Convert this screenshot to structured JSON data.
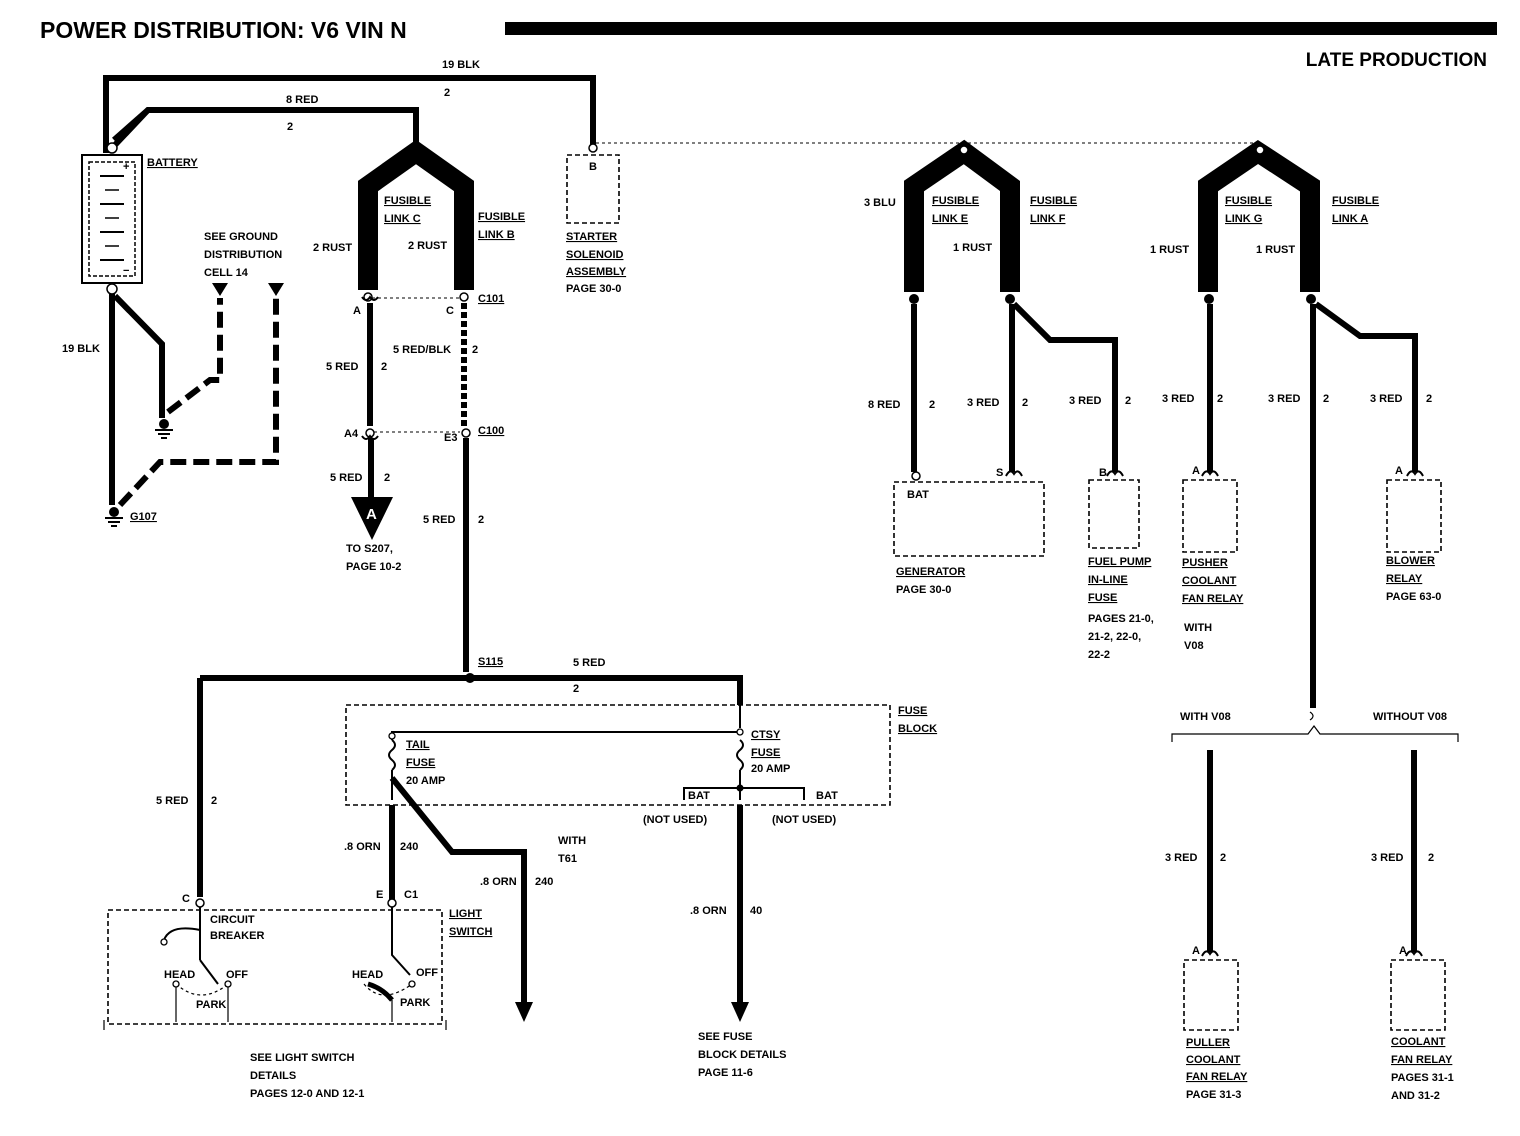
{
  "title": "POWER DISTRIBUTION: V6 VIN N",
  "subtitle": "LATE PRODUCTION",
  "labels": {
    "wire_19blk_top": "19 BLK",
    "ckt_2_top": "2",
    "wire_8red_top": "8 RED",
    "ckt_2_top2": "2",
    "battery": "BATTERY",
    "batt_plus": "+",
    "batt_minus": "−",
    "see_ground_1": "SEE GROUND",
    "see_ground_2": "DISTRIBUTION",
    "see_ground_3": "CELL 14",
    "wire_19blk_left": "19 BLK",
    "g107": "G107",
    "fl_c_1": "FUSIBLE",
    "fl_c_2": "LINK C",
    "fl_b_1": "FUSIBLE",
    "fl_b_2": "LINK B",
    "rust_c": "2 RUST",
    "rust_b": "2 RUST",
    "conn_a": "A",
    "conn_c": "C",
    "c101": "C101",
    "w5red_l": "5 RED",
    "ck2_l": "2",
    "w5redblk": "5 RED/BLK",
    "ck2_rb": "2",
    "a4": "A4",
    "e3": "E3",
    "c100": "C100",
    "w5red_l2": "5 RED",
    "ck2_l2": "2",
    "w5red_r": "5 RED",
    "ck2_r": "2",
    "arrow_a": "A",
    "to_s207_1": "TO S207,",
    "to_s207_2": "PAGE 10-2",
    "starter_b": "B",
    "starter_1": "STARTER",
    "starter_2": "SOLENOID",
    "starter_3": "ASSEMBLY",
    "starter_4": "PAGE 30-0",
    "s115": "S115",
    "w5red_s115": "5 RED",
    "ck2_s115": "2",
    "w5red_cb": "5 RED",
    "ck2_cb": "2",
    "fuse_block_1": "FUSE",
    "fuse_block_2": "BLOCK",
    "tail_1": "TAIL",
    "tail_2": "FUSE",
    "tail_3": "20 AMP",
    "ctsy_1": "CTSY",
    "ctsy_2": "FUSE",
    "ctsy_3": "20 AMP",
    "bat1": "BAT",
    "bat2": "BAT",
    "not_used_1": "(NOT USED)",
    "not_used_2": "(NOT USED)",
    "w8orn_240a": ".8 ORN",
    "ck240a": "240",
    "with_t61_1": "WITH",
    "with_t61_2": "T61",
    "w8orn_240b": ".8 ORN",
    "ck240b": "240",
    "w8orn_40": ".8 ORN",
    "ck40": "40",
    "ls_c": "C",
    "ls_e": "E",
    "ls_c1": "C1",
    "light_sw_1": "LIGHT",
    "light_sw_2": "SWITCH",
    "cb_1": "CIRCUIT",
    "cb_2": "BREAKER",
    "head_l": "HEAD",
    "off_l": "OFF",
    "park_l": "PARK",
    "head_r": "HEAD",
    "off_r": "OFF",
    "park_r": "PARK",
    "see_ls_1": "SEE LIGHT SWITCH",
    "see_ls_2": "DETAILS",
    "see_ls_3": "PAGES 12-0 AND 12-1",
    "see_fb_1": "SEE FUSE",
    "see_fb_2": "BLOCK DETAILS",
    "see_fb_3": "PAGE 11-6",
    "blu3": "3 BLU",
    "fl_e_1": "FUSIBLE",
    "fl_e_2": "LINK E",
    "fl_f_1": "FUSIBLE",
    "fl_f_2": "LINK F",
    "rust_f": "1 RUST",
    "fl_g_1": "FUSIBLE",
    "fl_g_2": "LINK G",
    "fl_a_1": "FUSIBLE",
    "fl_a_2": "LINK A",
    "rust_g": "1 RUST",
    "rust_a": "1 RUST",
    "w8red": "8 RED",
    "ck2_8red": "2",
    "w3red_s": "3 RED",
    "ck2_s": "2",
    "w3red_fp": "3 RED",
    "ck2_fp": "2",
    "w3red_pu": "3 RED",
    "ck2_pu": "2",
    "w3red_v": "3 RED",
    "ck2_v": "2",
    "w3red_bl": "3 RED",
    "ck2_bl": "2",
    "gen_bat": "BAT",
    "gen_s": "S",
    "gen_1": "GENERATOR",
    "gen_2": "PAGE 30-0",
    "fp_b": "B",
    "fp_1": "FUEL PUMP",
    "fp_2": "IN-LINE",
    "fp_3": "FUSE",
    "fp_4": "PAGES 21-0,",
    "fp_5": "21-2, 22-0,",
    "fp_6": "22-2",
    "pu_a": "A",
    "pu_1": "PUSHER",
    "pu_2": "COOLANT",
    "pu_3": "FAN RELAY",
    "pu_4": "WITH",
    "pu_5": "V08",
    "bl_a": "A",
    "bl_1": "BLOWER",
    "bl_2": "RELAY",
    "bl_3": "PAGE 63-0",
    "with_v08": "WITH V08",
    "without_v08": "WITHOUT V08",
    "w3red_pl": "3 RED",
    "ck2_pl": "2",
    "w3red_cf": "3 RED",
    "ck2_cf": "2",
    "pl_a": "A",
    "pl_1": "PULLER",
    "pl_2": "COOLANT",
    "pl_3": "FAN RELAY",
    "pl_4": "PAGE 31-3",
    "cf_a": "A",
    "cf_1": "COOLANT",
    "cf_2": "FAN RELAY",
    "cf_3": "PAGES 31-1",
    "cf_4": "AND 31-2"
  }
}
